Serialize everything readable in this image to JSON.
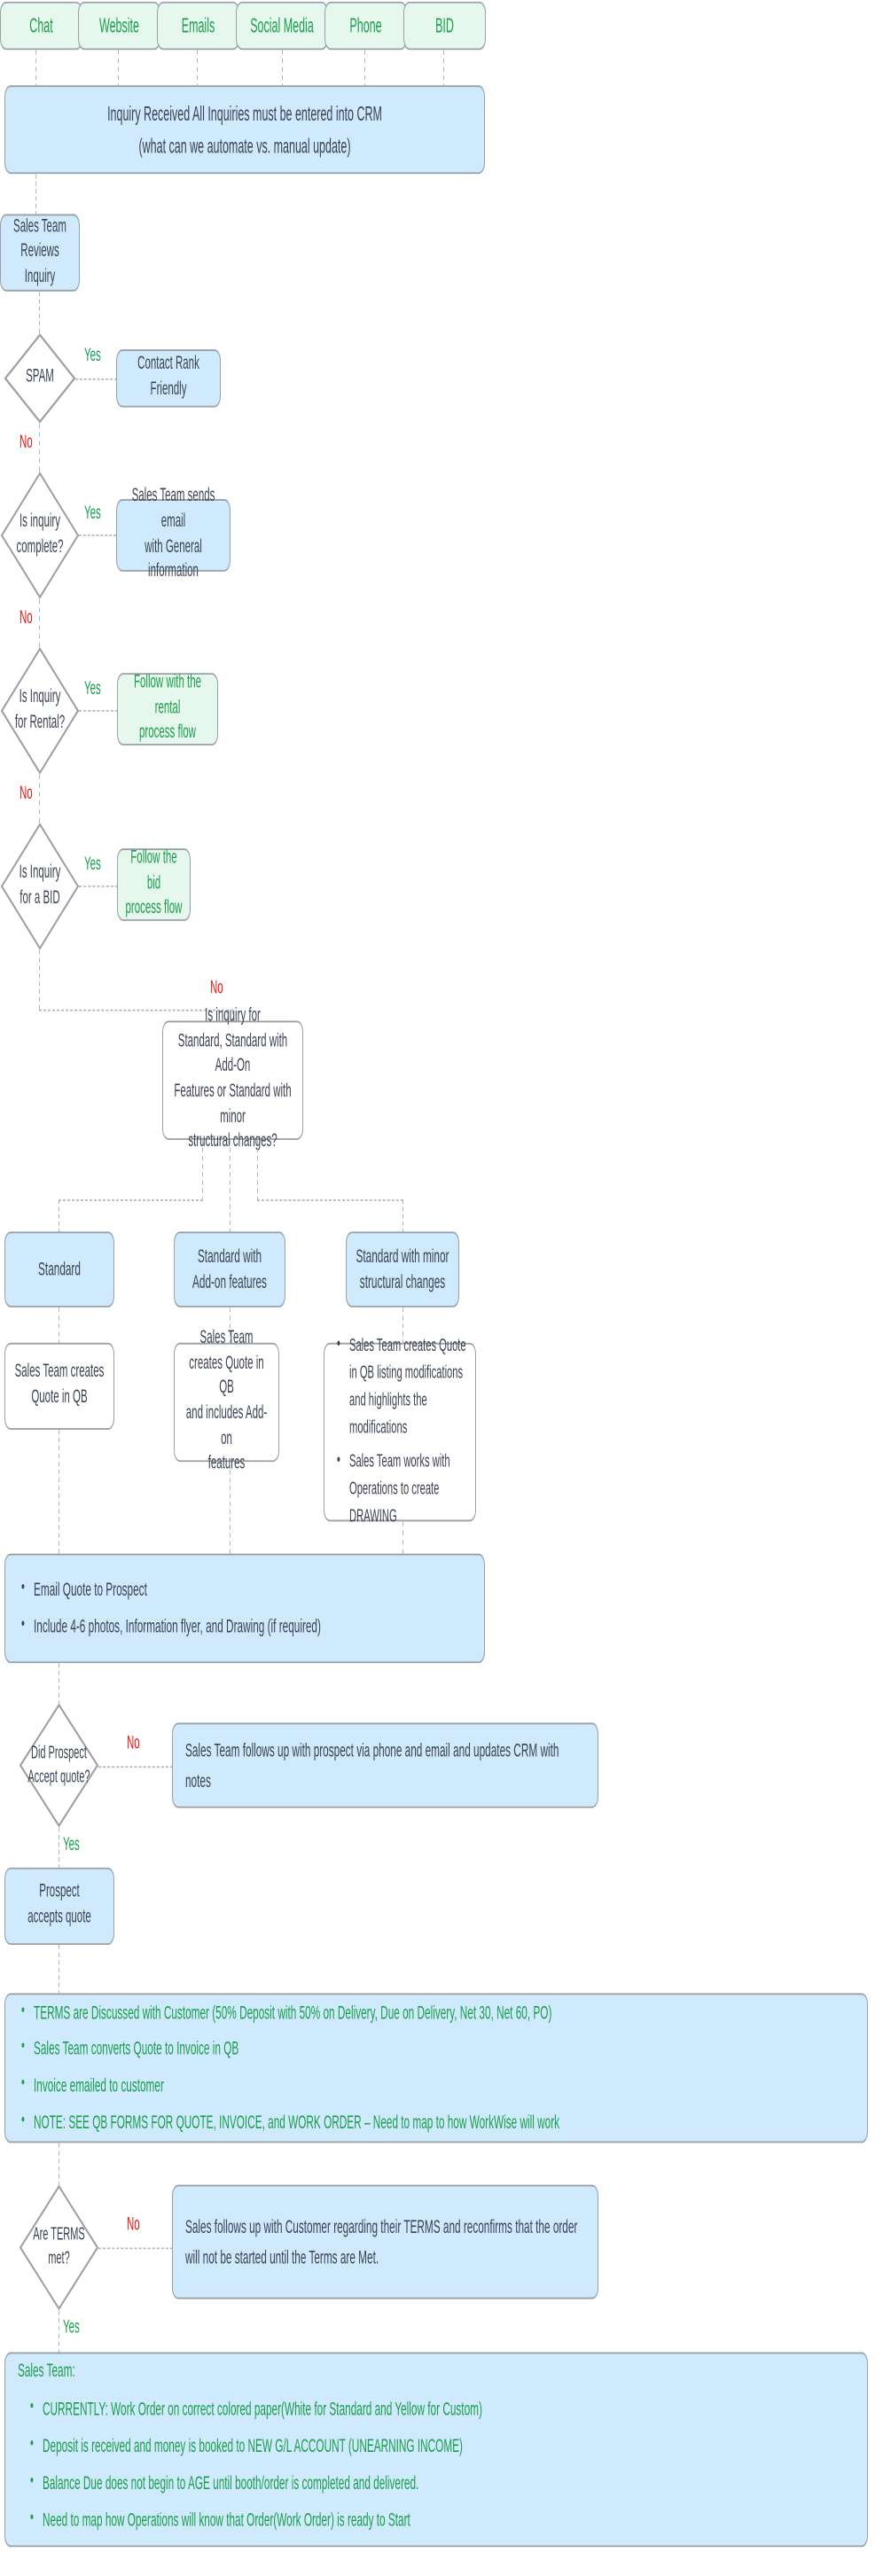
{
  "sources": [
    {
      "label": "Chat"
    },
    {
      "label": "Website"
    },
    {
      "label": "Emails"
    },
    {
      "label": "Social Media"
    },
    {
      "label": "Phone"
    },
    {
      "label": "BID"
    }
  ],
  "inquiry_received": {
    "line1": "Inquiry Received All Inquiries must be entered into CRM",
    "line2": "(what can we automate vs. manual update)"
  },
  "sales_review": {
    "line1": "Sales Team",
    "line2": "Reviews Inquiry"
  },
  "decisions": {
    "spam": {
      "line1": "SPAM",
      "yes": "Yes",
      "no": "No"
    },
    "complete": {
      "line1": "Is inquiry",
      "line2": "complete?",
      "yes": "Yes",
      "no": "No"
    },
    "rental": {
      "line1": "Is Inquiry",
      "line2": "for Rental?",
      "yes": "Yes",
      "no": "No"
    },
    "bid": {
      "line1": "Is Inquiry",
      "line2": "for a BID",
      "yes": "Yes",
      "no": "No"
    },
    "accept": {
      "line1": "Did Prospect",
      "line2": "Accept quote?",
      "yes": "Yes",
      "no": "No"
    },
    "terms": {
      "line1": "Are TERMS",
      "line2": "met?",
      "yes": "Yes",
      "no": "No"
    }
  },
  "outcomes": {
    "contact_rank": {
      "line1": "Contact Rank Friendly"
    },
    "general_info": {
      "line1": "Sales Team sends email",
      "line2": "with General information"
    },
    "rental_flow": {
      "line1": "Follow with the rental",
      "line2": "process flow"
    },
    "bid_flow": {
      "line1": "Follow the bid",
      "line2": "process flow"
    }
  },
  "standard_question": {
    "line1": "Is inquiry for",
    "line2": "Standard, Standard with Add-On",
    "line3": "Features or Standard with minor",
    "line4": "structural changes?",
    "no": "No"
  },
  "branches": [
    {
      "title_line1": "Standard",
      "title_line2": "",
      "body_lines": [
        "Sales Team creates",
        "Quote in QB"
      ],
      "bullets": []
    },
    {
      "title_line1": "Standard with",
      "title_line2": "Add-on features",
      "body_lines": [
        "Sales Team",
        "creates Quote in QB",
        "and includes Add-on",
        "features"
      ],
      "bullets": []
    },
    {
      "title_line1": "Standard with minor",
      "title_line2": "structural changes",
      "body_lines": [],
      "bullets": [
        "Sales Team creates Quote in QB listing modifications and highlights the modifications",
        "Sales Team works with Operations to create DRAWING"
      ]
    }
  ],
  "email_quote": {
    "bullets": [
      "Email Quote to Prospect",
      "Include 4-6 photos, Information flyer, and Drawing (if required)"
    ]
  },
  "followup_quote": {
    "text": "Sales Team follows up with prospect via phone and email and updates CRM with notes"
  },
  "prospect_accepts": {
    "line1": "Prospect",
    "line2": "accepts quote"
  },
  "terms_block": {
    "bullets": [
      "TERMS are Discussed with Customer (50% Deposit with 50% on Delivery, Due on Delivery, Net 30, Net 60, PO)",
      "Sales Team converts Quote to Invoice in QB",
      "Invoice emailed to customer",
      "NOTE: SEE QB FORMS FOR QUOTE, INVOICE, and WORK ORDER – Need to map to how WorkWise will work"
    ]
  },
  "terms_followup": {
    "text": "Sales follows up with Customer regarding their TERMS and reconfirms that the order will not be started until the Terms are Met."
  },
  "final_block": {
    "lead": "Sales Team:",
    "bullets": [
      "CURRENTLY: Work Order on correct colored paper(White for Standard and Yellow for Custom)",
      "Deposit is received and money is booked to NEW G/L ACCOUNT (UNEARNING INCOME)",
      "Balance Due does not begin to AGE until booth/order is completed and delivered.",
      "Need to map how Operations will know that Order(Work Order) is ready to Start"
    ]
  },
  "colors": {
    "blue_fill": "#cfeafc",
    "green_fill": "#e6f8ed",
    "green_text": "#1a9e4b",
    "yes_color": "#12a150",
    "no_color": "#f01414",
    "border": "#9aa0a6",
    "line": "#b3b8bd",
    "text": "#3b4252"
  }
}
